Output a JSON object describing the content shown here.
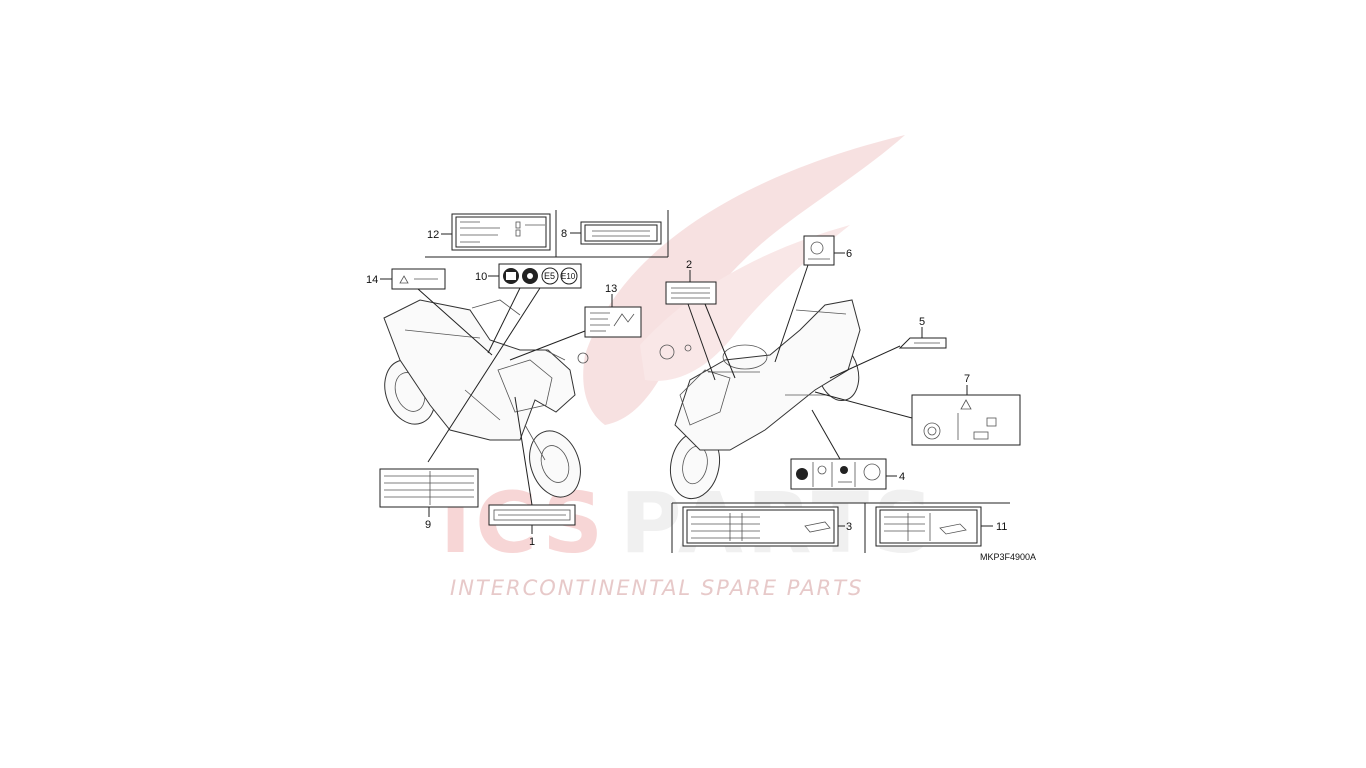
{
  "watermark": {
    "brand_left": "ICS",
    "brand_right": "PARTS",
    "tagline": "INTERCONTINENTAL SPARE PARTS",
    "colors": {
      "wing": "#f6dcdc",
      "tagline": "#e7c9c9",
      "letters": "#f0f0f0"
    }
  },
  "diagram": {
    "code": "MKP3F4900A",
    "callouts": [
      "1",
      "2",
      "3",
      "4",
      "5",
      "6",
      "7",
      "8",
      "9",
      "10",
      "11",
      "12",
      "13",
      "14"
    ],
    "label_10_badges": [
      "E5",
      "E10"
    ]
  }
}
